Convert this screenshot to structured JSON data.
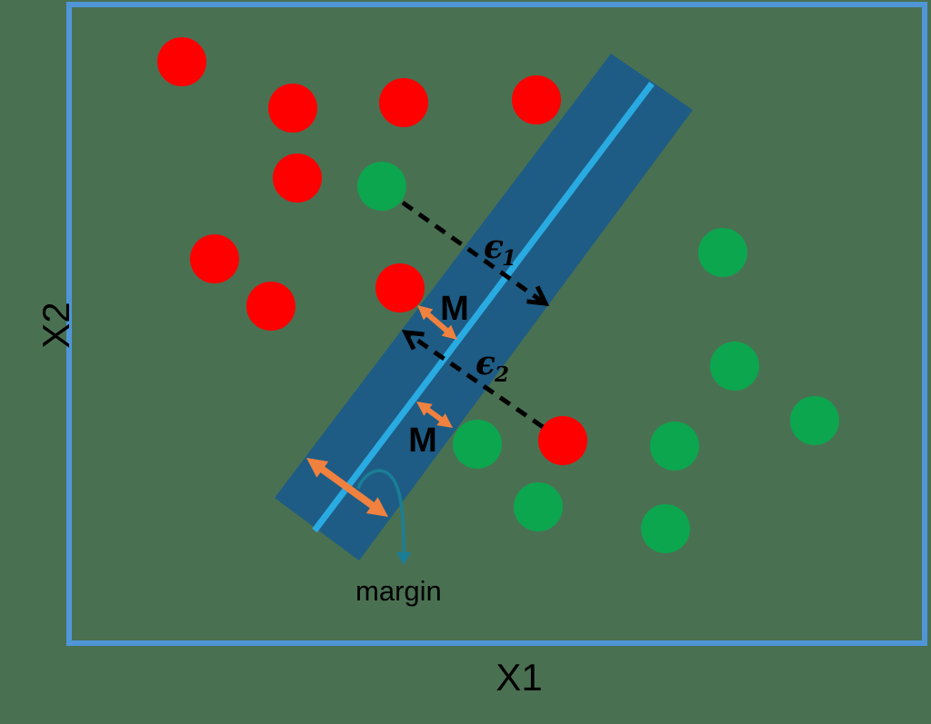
{
  "figure": {
    "type": "svm-soft-margin-diagram",
    "point_radius": 27,
    "axes": {
      "x_label": "X1",
      "y_label": "X2"
    },
    "annotations": {
      "epsilon_1": {
        "symbol": "ϵ",
        "subscript": "1"
      },
      "epsilon_2": {
        "symbol": "ϵ",
        "subscript": "2"
      },
      "m_upper": "M",
      "m_lower": "M",
      "margin": "margin"
    },
    "colors": {
      "background": "#4A7052",
      "plot_border": "#4F96D8",
      "band": "#1E5C85",
      "decision_line": "#29ABE2",
      "red_class": "#FE0000",
      "green_class": "#0CA64F",
      "measure_arrow": "#F0813F",
      "dashed_arrow": "#000000",
      "callout_arrow": "#1A7E96",
      "text": "#000000"
    },
    "points": {
      "red": {
        "name": "data-point-red",
        "color": "#FE0000",
        "points": [
          [
            200,
            68
          ],
          [
            322,
            119
          ],
          [
            444,
            113
          ],
          [
            327,
            196
          ],
          [
            590,
            110
          ],
          [
            236,
            285
          ],
          [
            298,
            337
          ],
          [
            440,
            317
          ],
          [
            619,
            485
          ]
        ]
      },
      "green": {
        "name": "data-point-green",
        "color": "#0CA64F",
        "points": [
          [
            420,
            205
          ],
          [
            795,
            278
          ],
          [
            808,
            403
          ],
          [
            896,
            463
          ],
          [
            742,
            491
          ],
          [
            525,
            489
          ],
          [
            592,
            558
          ],
          [
            732,
            582
          ]
        ]
      }
    }
  }
}
